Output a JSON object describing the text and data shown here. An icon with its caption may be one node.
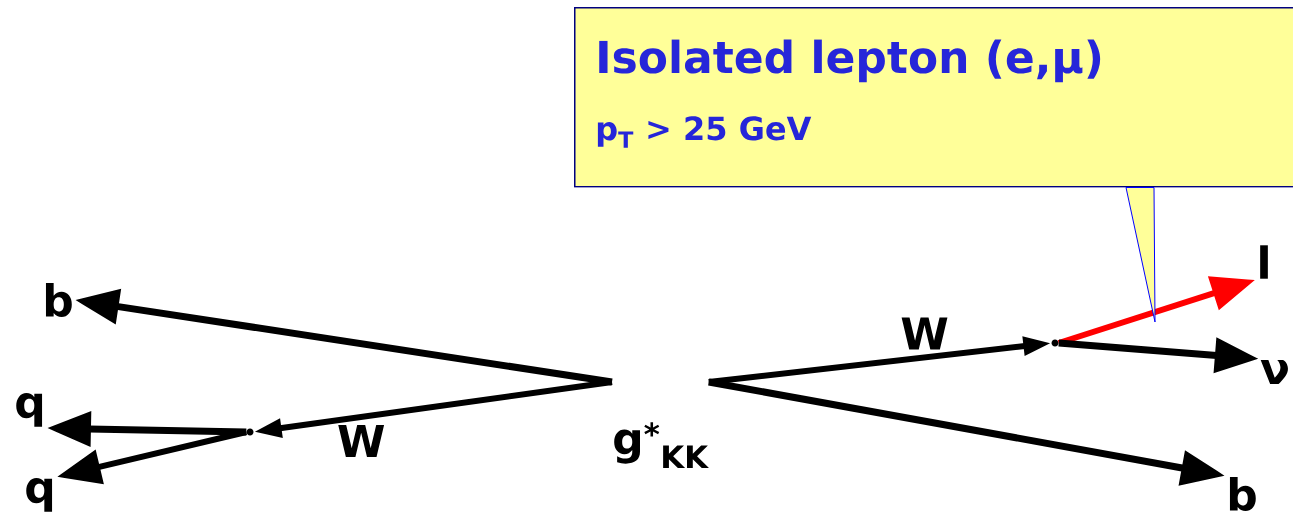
{
  "diagram": {
    "nodes": [
      {
        "text": [
          "Isolated lepton (e,μ)",
          "p$_{T}$ > 25 GeV"
        ]
      },
      {
        "text": [
          "g$^{*}$$_{KK}$"
        ]
      },
      {
        "text": [
          "b"
        ]
      },
      {
        "text": [
          "q"
        ]
      },
      {
        "text": [
          "q"
        ]
      },
      {
        "text": [],
        "shape": "dot"
      },
      {
        "text": [],
        "shape": "dot"
      },
      {
        "text": [
          "l"
        ]
      },
      {
        "text": [
          "ν"
        ]
      },
      {
        "text": [
          "b"
        ]
      }
    ],
    "edges": [
      {
        "from": 1,
        "to": 2,
        "arrow": "to"
      },
      {
        "from": 1,
        "to": 5,
        "arrow": "to",
        "label": "W"
      },
      {
        "from": 5,
        "to": 3,
        "arrow": "to"
      },
      {
        "from": 5,
        "to": 4,
        "arrow": "to"
      },
      {
        "from": 1,
        "to": 6,
        "arrow": "to",
        "label": "W"
      },
      {
        "from": 6,
        "to": 7,
        "arrow": "to",
        "color": "#ff0000"
      },
      {
        "from": 6,
        "to": 8,
        "arrow": "to"
      },
      {
        "from": 1,
        "to": 9,
        "arrow": "to"
      },
      {
        "from": 0,
        "to": null,
        "arrow": "to"
      }
    ]
  }
}
